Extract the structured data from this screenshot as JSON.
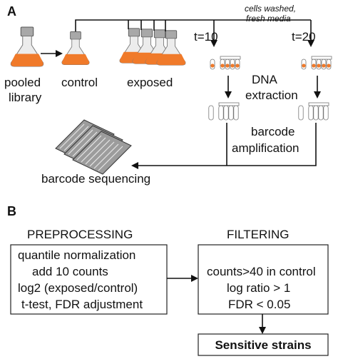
{
  "panel_a": {
    "label": "A",
    "flasks": {
      "pooled_library": [
        "pooled",
        "library"
      ],
      "control": "control",
      "exposed": "exposed"
    },
    "note": [
      "cells washed,",
      "fresh media"
    ],
    "timepoints": [
      "t=10",
      "t=20"
    ],
    "steps": {
      "dna_extraction": [
        "DNA",
        "extraction"
      ],
      "barcode_amplification": [
        "barcode",
        "amplification"
      ],
      "barcode_sequencing": "barcode sequencing"
    },
    "colors": {
      "culture": "#f07a2a",
      "cap": "#a8a8a8",
      "flask": "#e9e9e9",
      "tube": "#ffffff"
    }
  },
  "panel_b": {
    "label": "B",
    "preprocessing": {
      "title": "PREPROCESSING",
      "lines": [
        "quantile normalization",
        "add 10 counts",
        "log2 (exposed/control)",
        "t-test, FDR adjustment"
      ]
    },
    "filtering": {
      "title": "FILTERING",
      "lines": [
        "counts>40 in control",
        "log ratio > 1",
        "FDR < 0.05"
      ]
    },
    "result": "Sensitive strains"
  }
}
